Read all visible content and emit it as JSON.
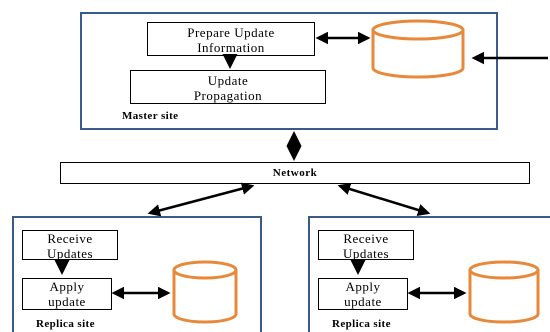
{
  "master": {
    "label": "Master site",
    "prepare_line1": "Prepare Update",
    "prepare_line2": "Information",
    "propagation_line1": "Update",
    "propagation_line2": "Propagation"
  },
  "network": {
    "label": "Network"
  },
  "replica_left": {
    "label": "Replica site",
    "receive_line1": "Receive",
    "receive_line2": "Updates",
    "apply_line1": "Apply",
    "apply_line2": "update"
  },
  "replica_right": {
    "label": "Replica site",
    "receive_line1": "Receive",
    "receive_line2": "Updates",
    "apply_line1": "Apply",
    "apply_line2": "update"
  },
  "colors": {
    "site_border": "#3a5a8a",
    "database": "#e8883a",
    "arrow": "#000000"
  },
  "icons": {
    "database": "database-icon"
  }
}
